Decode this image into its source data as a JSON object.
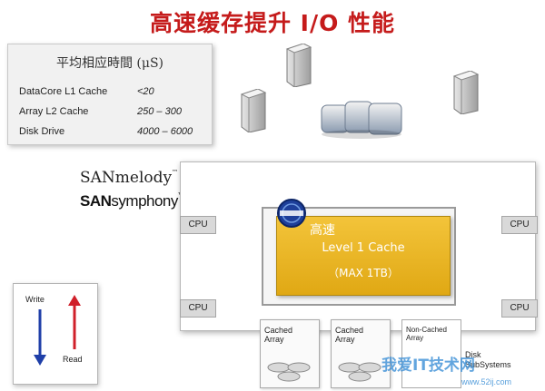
{
  "title": "高速缓存提升 I/O 性能",
  "latency_table": {
    "heading": "平均相应時間 (μS)",
    "rows": [
      {
        "label": "DataCore L1 Cache",
        "value": "<20"
      },
      {
        "label": "Array L2 Cache",
        "value": "250 – 300"
      },
      {
        "label": "Disk Drive",
        "value": "4000 – 6000"
      }
    ]
  },
  "brands": {
    "sanmelody": "SANmelody",
    "sansymphony_bold": "SAN",
    "sansymphony_rest": "symphony",
    "trademark": "™"
  },
  "cpu_labels": [
    "CPU",
    "CPU",
    "CPU",
    "CPU"
  ],
  "cache": {
    "line1": "高速",
    "line2": "Level 1 Cache",
    "line3": "（MAX 1TB）",
    "color": "#e8b21e"
  },
  "legend": {
    "write": "Write",
    "read": "Read",
    "write_color": "#1f3fa8",
    "read_color": "#d0202a"
  },
  "arrays": [
    {
      "label": "Cached\nArray"
    },
    {
      "label": "Cached\nArray"
    },
    {
      "label": "Non-Cached\nArray"
    }
  ],
  "disk_subsystem": "Disk\nSubSystems",
  "watermark": {
    "main": "我爱IT技术网",
    "url": "www.52ij.com"
  }
}
